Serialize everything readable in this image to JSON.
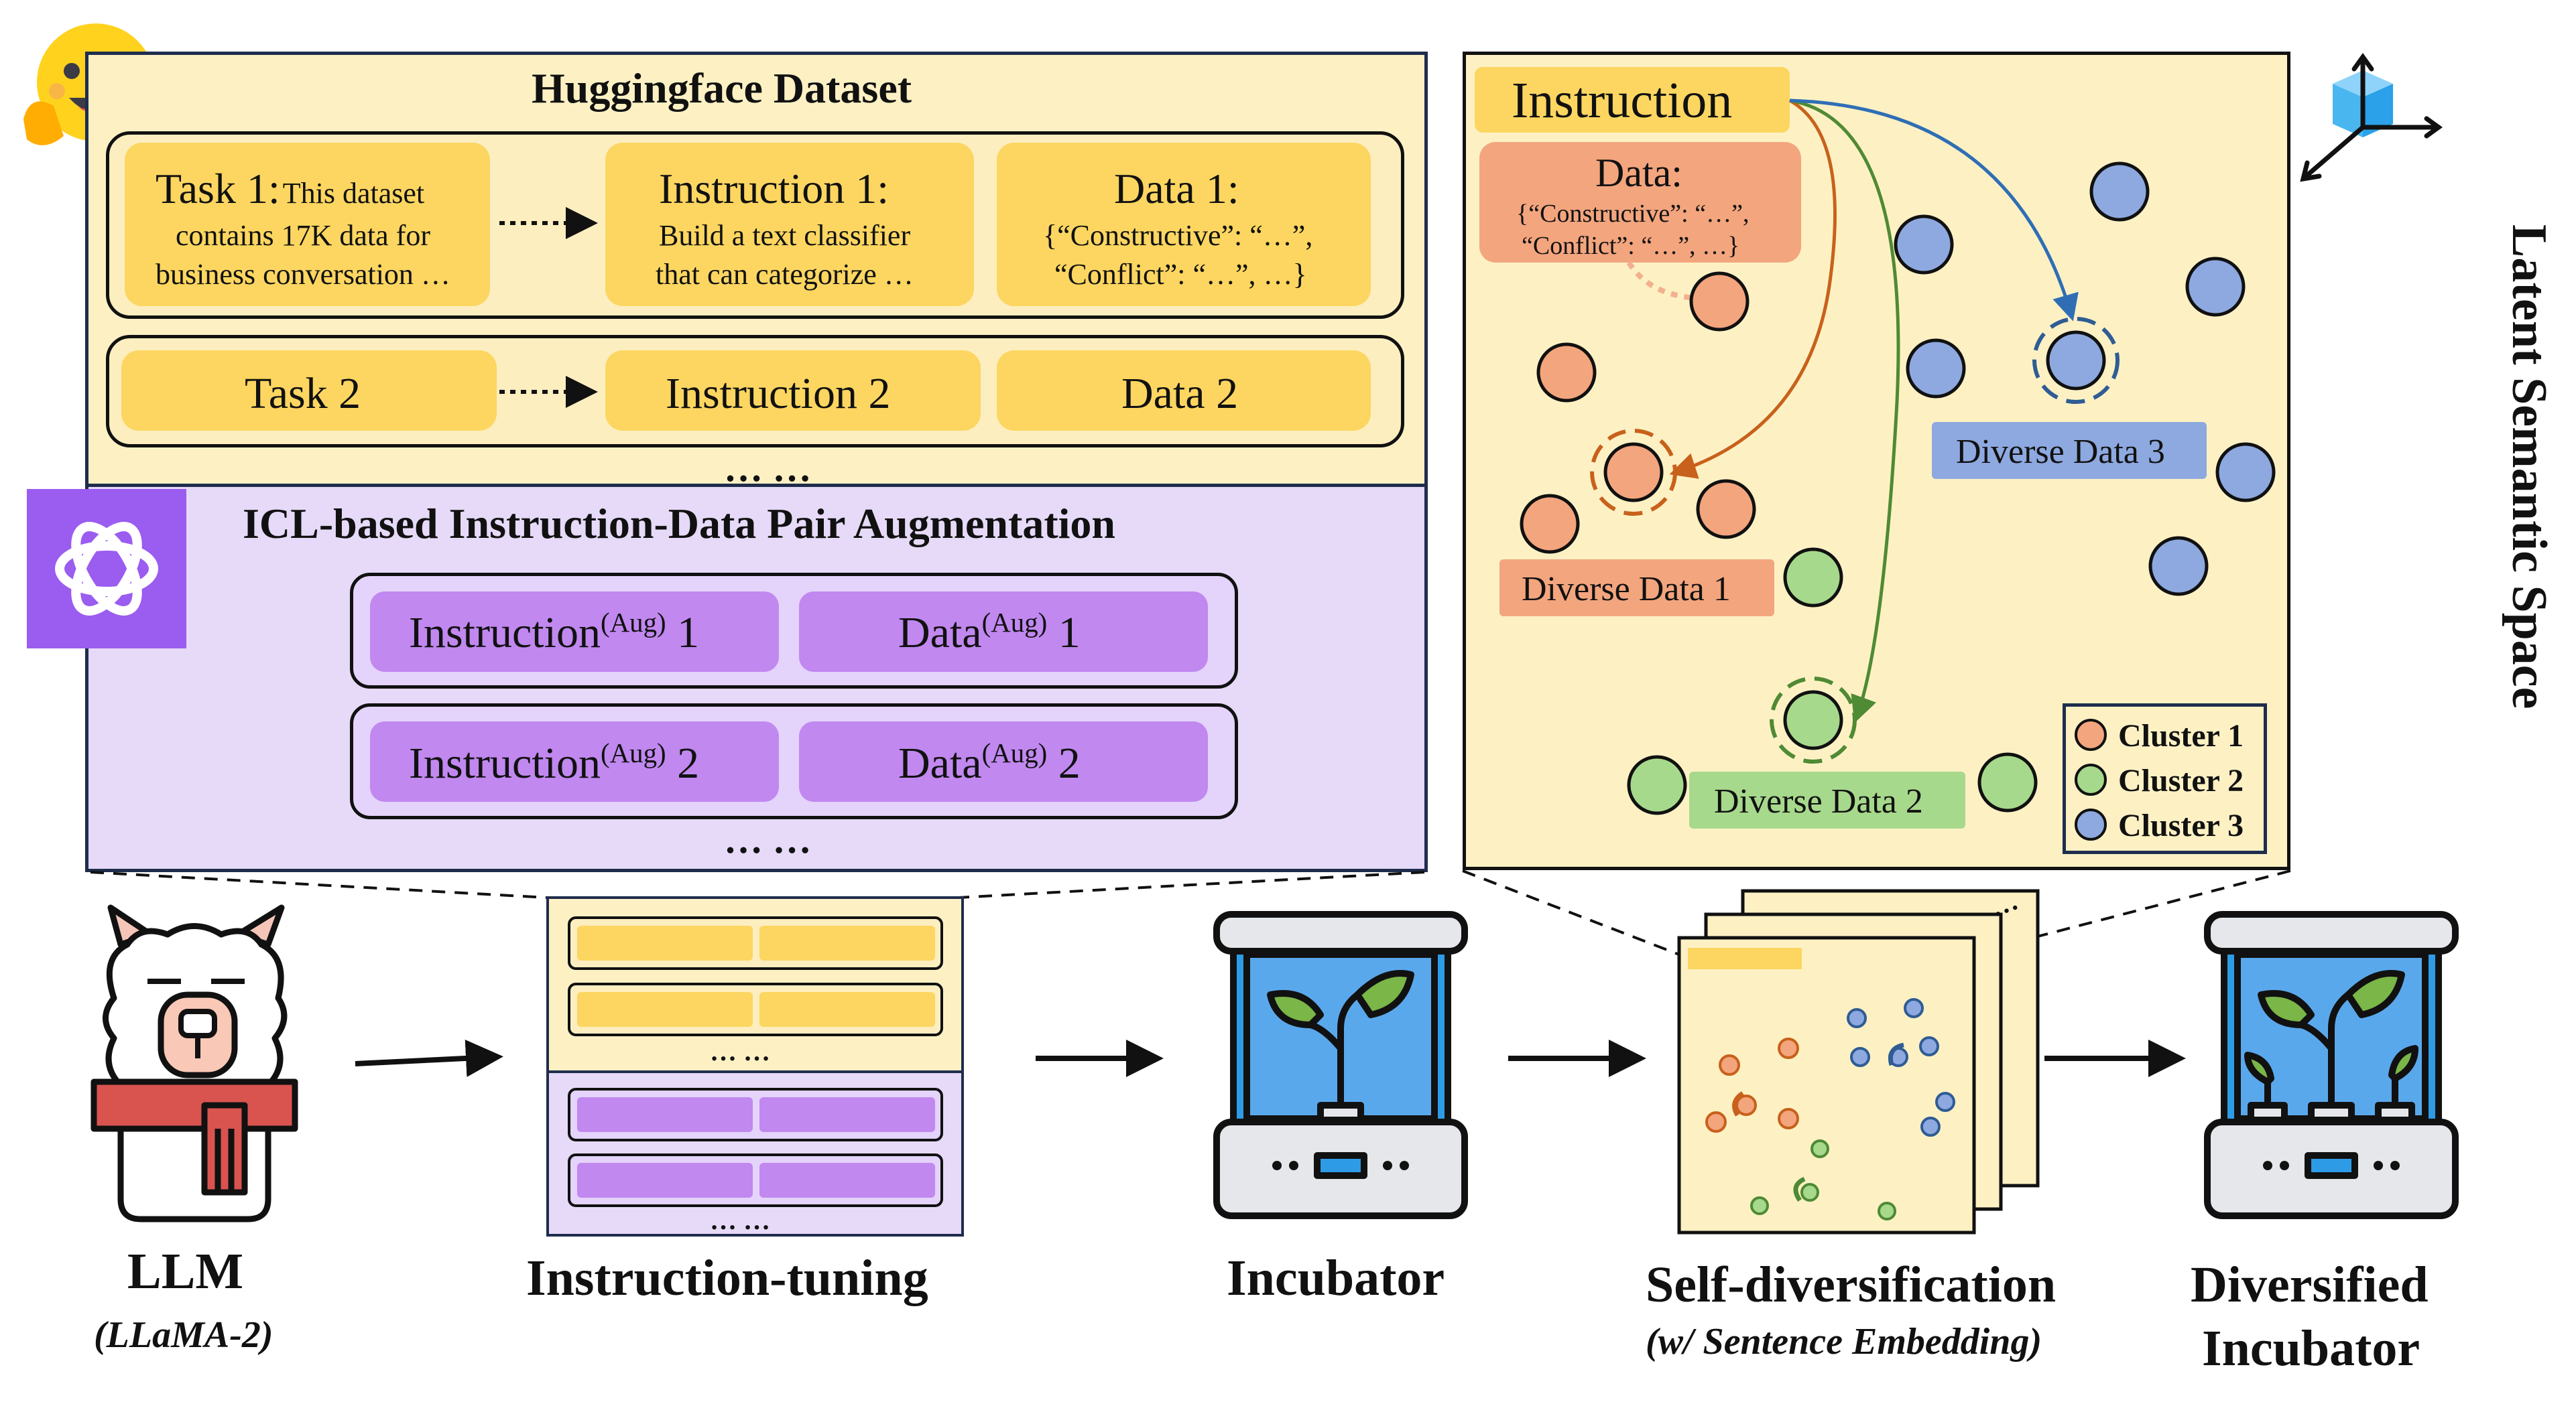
{
  "huggingface": {
    "title": "Huggingface Dataset",
    "task1_head": "Task 1:",
    "task1_tail": "This dataset",
    "task1_line2": "contains 17K data for",
    "task1_line3": "business conversation …",
    "instr1_head": "Instruction 1:",
    "instr1_line2": "Build a text classifier",
    "instr1_line3": "that can categorize …",
    "data1_head": "Data 1:",
    "data1_line2": "{“Constructive”: “…”,",
    "data1_line3": "“Conflict”: “…”, …}",
    "task2": "Task 2",
    "instr2": "Instruction 2",
    "data2": "Data 2",
    "ellipsis": "… …"
  },
  "icl": {
    "title": "ICL-based Instruction-Data Pair Augmentation",
    "instr_word": "Instruction",
    "data_word": "Data",
    "aug_sup": "(Aug)",
    "num1": "1",
    "num2": "2",
    "ellipsis": "… …"
  },
  "latent": {
    "instruction_label": "Instruction",
    "data_head": "Data:",
    "data_line1": "{“Constructive”: “…”,",
    "data_line2": "“Conflict”: “…”, …}",
    "diverse1": "Diverse Data 1",
    "diverse2": "Diverse Data 2",
    "diverse3": "Diverse Data 3",
    "side_title": "Latent Semantic Space",
    "legend": [
      "Cluster 1",
      "Cluster 2",
      "Cluster 3"
    ]
  },
  "pipeline": {
    "llm": "LLM",
    "llm_sub": "(LLaMA-2)",
    "tuning": "Instruction-tuning",
    "tuning_ellipsis": "… …",
    "incubator": "Incubator",
    "selfdiv": "Self-diversification",
    "selfdiv_sub": "(w/ Sentence Embedding)",
    "diversified_line1": "Diversified",
    "diversified_line2": "Incubator",
    "pages_ellipsis": "…"
  },
  "colors": {
    "cluster1": "#f3a57e",
    "cluster2": "#a7d98c",
    "cluster3": "#8ea9e0",
    "yellow": "#fcd660",
    "purple": "#c188f0",
    "openai": "#9b5cf0"
  }
}
